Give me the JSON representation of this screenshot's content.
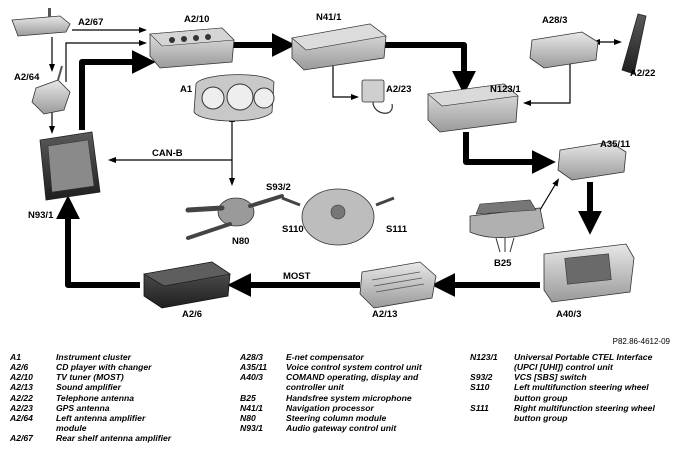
{
  "figure_code": "P82.86-4612-09",
  "labels": {
    "a2_67": "A2/67",
    "a2_10": "A2/10",
    "n41_1": "N41/1",
    "a28_3": "A28/3",
    "a2_64": "A2/64",
    "a1": "A1",
    "a2_23": "A2/23",
    "a2_22": "A2/22",
    "n123_1": "N123/1",
    "can_b": "CAN-B",
    "a35_11": "A35/11",
    "n93_1": "N93/1",
    "s93_2": "S93/2",
    "s110": "S110",
    "s111": "S111",
    "n80": "N80",
    "b25": "B25",
    "most": "MOST",
    "a2_6": "A2/6",
    "a2_13": "A2/13",
    "a40_3": "A40/3"
  },
  "legend": {
    "col1": [
      {
        "code": "A1",
        "desc": "Instrument cluster"
      },
      {
        "code": "A2/6",
        "desc": "CD player with changer"
      },
      {
        "code": "A2/10",
        "desc": "TV tuner (MOST)"
      },
      {
        "code": "A2/13",
        "desc": "Sound amplifier"
      },
      {
        "code": "A2/22",
        "desc": "Telephone antenna"
      },
      {
        "code": "A2/23",
        "desc": "GPS antenna"
      },
      {
        "code": "A2/64",
        "desc": "Left antenna amplifier module"
      },
      {
        "code": "A2/67",
        "desc": "Rear shelf antenna amplifier"
      }
    ],
    "col2": [
      {
        "code": "A28/3",
        "desc": "E-net compensator"
      },
      {
        "code": "A35/11",
        "desc": "Voice control system control unit"
      },
      {
        "code": "A40/3",
        "desc": "COMAND operating, display and controller unit"
      },
      {
        "code": "B25",
        "desc": "Handsfree system microphone"
      },
      {
        "code": "N41/1",
        "desc": "Navigation processor"
      },
      {
        "code": "N80",
        "desc": "Steering column module"
      },
      {
        "code": "N93/1",
        "desc": "Audio gateway control unit"
      }
    ],
    "col3": [
      {
        "code": "N123/1",
        "desc": "Universal Portable CTEL Interface (UPCI [UHI]) control unit"
      },
      {
        "code": "S93/2",
        "desc": "VCS [SBS] switch"
      },
      {
        "code": "S110",
        "desc": "Left multifunction steering wheel button group"
      },
      {
        "code": "S111",
        "desc": "Right multifunction steering wheel button group"
      }
    ]
  }
}
